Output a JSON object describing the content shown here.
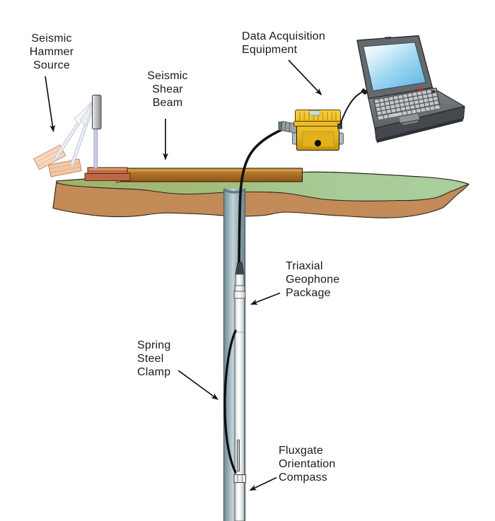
{
  "diagram": {
    "description_labels_present": 6
  },
  "labels": {
    "hammer_source": {
      "lines": [
        "Seismic",
        "Hammer",
        "Source"
      ]
    },
    "shear_beam": {
      "lines": [
        "Seismic",
        "Shear",
        "Beam"
      ]
    },
    "daq": {
      "lines": [
        "Data Acquisition",
        "Equipment"
      ]
    },
    "geophone": {
      "lines": [
        "Triaxial",
        "Geophone",
        "Package"
      ]
    },
    "clamp": {
      "lines": [
        "Spring",
        "Steel",
        "Clamp"
      ]
    },
    "compass": {
      "lines": [
        "Fluxgate",
        "Orientation",
        "Compass"
      ]
    }
  },
  "colors": {
    "soil": "#c28b58",
    "grass_left": "#a0b168",
    "grass_right": "#a8cf9d",
    "beam_brown": "#a86c24",
    "daq_yellow": "#f0c42a",
    "laptop_gray": "#64696d",
    "screen_blue": "#7ec9ef",
    "borehole_gray": "#9fb6bd",
    "probe_white": "#f2f4f5",
    "cable": "#111111",
    "spring": "#0d0d0d",
    "hammer_block": "#c06a4a",
    "ghost_tan": "#f2cfae",
    "text": "#1a1a1a"
  }
}
